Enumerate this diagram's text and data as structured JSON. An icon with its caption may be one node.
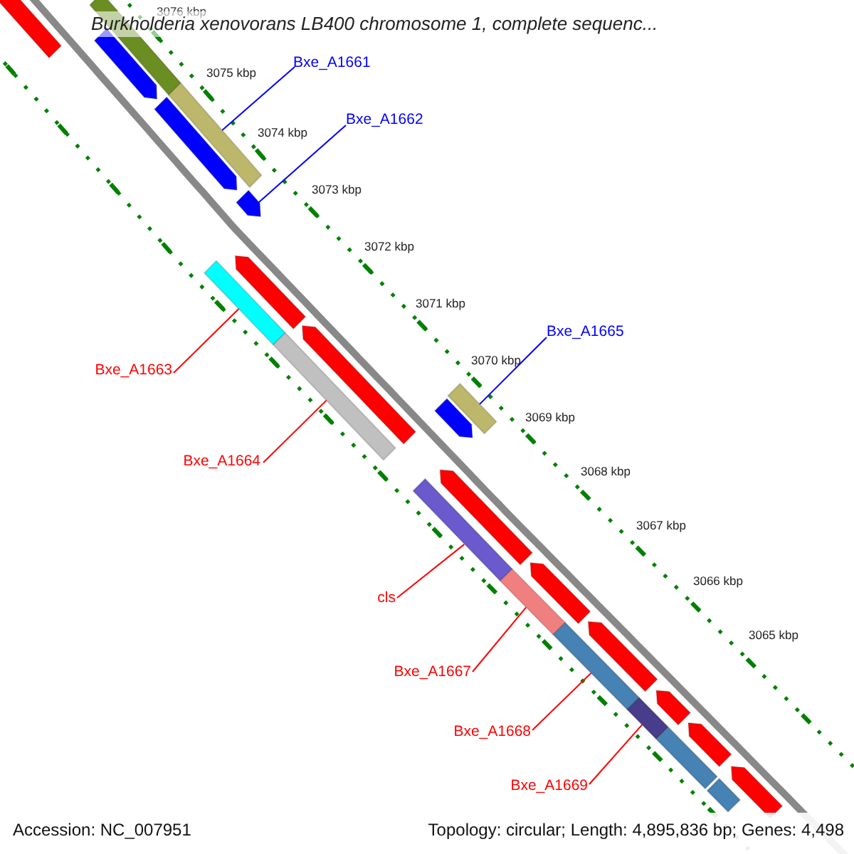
{
  "diagram": {
    "title": "Burkholderia xenovorans LB400 chromosome 1, complete sequenc...",
    "nodes": [
      {
        "text": [
          "Bxe_A1661"
        ]
      },
      {
        "text": [
          "Bxe_A1662"
        ]
      },
      {
        "text": [
          "Bxe_A1665"
        ]
      },
      {
        "text": [
          "Bxe_A1663"
        ]
      },
      {
        "text": [
          "Bxe_A1664"
        ]
      },
      {
        "text": [
          "cls"
        ]
      },
      {
        "text": [
          "Bxe_A1667"
        ]
      },
      {
        "text": [
          "Bxe_A1668"
        ]
      },
      {
        "text": [
          "Bxe_A1669"
        ]
      },
      {
        "text": [],
        "shape": "bar"
      },
      {
        "text": [],
        "shape": "bar"
      },
      {
        "text": [],
        "shape": "pentagon"
      },
      {
        "text": [],
        "shape": "bar"
      },
      {
        "text": [],
        "shape": "pentagon"
      },
      {
        "text": [],
        "shape": "pentagon"
      },
      {
        "text": [],
        "shape": "pentagon"
      },
      {
        "text": [],
        "shape": "bar"
      },
      {
        "text": [],
        "shape": "pentagon"
      },
      {
        "text": [],
        "shape": "bar"
      },
      {
        "text": [],
        "shape": "bar"
      },
      {
        "text": [],
        "shape": "pentagon"
      },
      {
        "text": [],
        "shape": "pentagon"
      },
      {
        "text": [],
        "shape": "bar"
      },
      {
        "text": [],
        "shape": "pentagon"
      },
      {
        "text": [],
        "shape": "bar"
      },
      {
        "text": [],
        "shape": "pentagon"
      },
      {
        "text": [],
        "shape": "bar"
      },
      {
        "text": [],
        "shape": "pentagon"
      },
      {
        "text": [],
        "shape": "bar"
      },
      {
        "text": [],
        "shape": "pentagon"
      },
      {
        "text": [],
        "shape": "bar"
      },
      {
        "text": [],
        "shape": "pentagon"
      },
      {
        "text": [],
        "shape": "bar"
      }
    ],
    "edges": [
      {
        "from": 0,
        "to": 12,
        "arrow": "none",
        "color": "#0000ff"
      },
      {
        "from": 1,
        "to": 14,
        "arrow": "none",
        "color": "#0000ff"
      },
      {
        "from": 2,
        "to": 19,
        "arrow": "none",
        "color": "#0000ff"
      },
      {
        "from": 3,
        "to": 16,
        "arrow": "none"
      },
      {
        "from": 4,
        "to": 18,
        "arrow": "none"
      },
      {
        "from": 5,
        "to": 22,
        "arrow": "none"
      },
      {
        "from": 6,
        "to": 24,
        "arrow": "none"
      },
      {
        "from": 7,
        "to": 26,
        "arrow": "none"
      },
      {
        "from": 8,
        "to": 28,
        "arrow": "none"
      }
    ],
    "labels": [
      "3076 kbp",
      "3075 kbp",
      "3074 kbp",
      "3073 kbp",
      "3072 kbp",
      "3071 kbp",
      "3070 kbp",
      "3069 kbp",
      "3068 kbp",
      "3067 kbp",
      "3066 kbp",
      "3065 kbp",
      "Accession: NC_007951",
      "Topology: circular; Length: 4,895,836 bp; Genes: 4,498"
    ]
  }
}
